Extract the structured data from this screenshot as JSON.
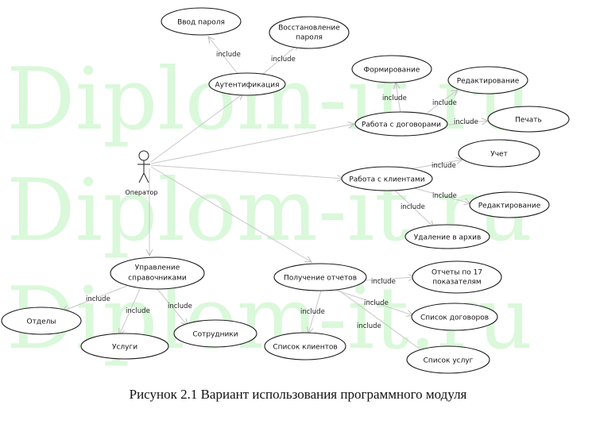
{
  "watermark": "Diplom-it.ru",
  "actor": {
    "label": "Оператор"
  },
  "use_cases": {
    "vvod_parolya": "Ввод пароля",
    "vosstanovlenie_1": "Восстановление",
    "vosstanovlenie_2": "пароля",
    "autentifikaciya": "Аутентификация",
    "formirovanie": "Формирование",
    "redaktirovanie_dog": "Редактирование",
    "rabota_dogovory": "Работа  с договорами",
    "pechat": "Печать",
    "uchet": "Учет",
    "rabota_klienty": "Работа  с клиентами",
    "redaktirovanie_kl": "Редактирование",
    "udalenie_arhiv": "Удаление в архив",
    "upravlenie_1": "Управление",
    "upravlenie_2": "справочниками",
    "poluchenie_otchetov": "Получение отчетов",
    "otchety17_1": "Отчеты по 17",
    "otchety17_2": "показателям",
    "otdely": "Отделы",
    "uslugi": "Услуги",
    "sotrudniki": "Сотрудники",
    "spisok_klientov": "Список клиентов",
    "spisok_dogovorov": "Список договоров",
    "spisok_uslug": "Список услуг"
  },
  "include_label": "include",
  "caption": "Рисунок 2.1 Вариант использования программного модуля"
}
